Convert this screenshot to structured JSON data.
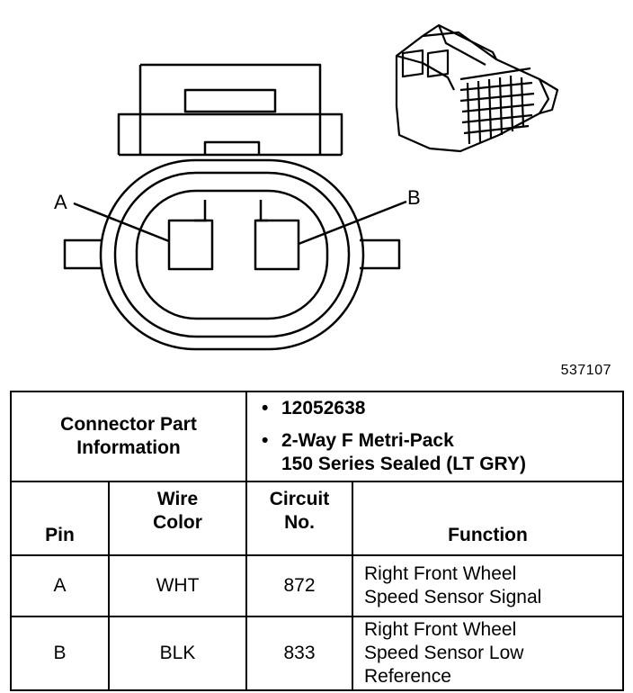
{
  "diagram": {
    "pin_a_label": "A",
    "pin_b_label": "B",
    "figure_id": "537107"
  },
  "connector_info": {
    "label_line1": "Connector Part",
    "label_line2": "Information",
    "part_number": "12052638",
    "desc_line1": "2-Way F Metri-Pack",
    "desc_line2": "150 Series Sealed (LT GRY)",
    "bullet": "•"
  },
  "table": {
    "headers": {
      "pin": "Pin",
      "wire_color_line1": "Wire",
      "wire_color_line2": "Color",
      "circuit_line1": "Circuit",
      "circuit_line2": "No.",
      "function": "Function"
    },
    "rows": [
      {
        "pin": "A",
        "wire_color": "WHT",
        "circuit": "872",
        "function_line1": "Right Front Wheel",
        "function_line2": "Speed Sensor Signal",
        "function_line3": ""
      },
      {
        "pin": "B",
        "wire_color": "BLK",
        "circuit": "833",
        "function_line1": "Right Front Wheel",
        "function_line2": "Speed Sensor Low",
        "function_line3": "Reference"
      }
    ]
  }
}
